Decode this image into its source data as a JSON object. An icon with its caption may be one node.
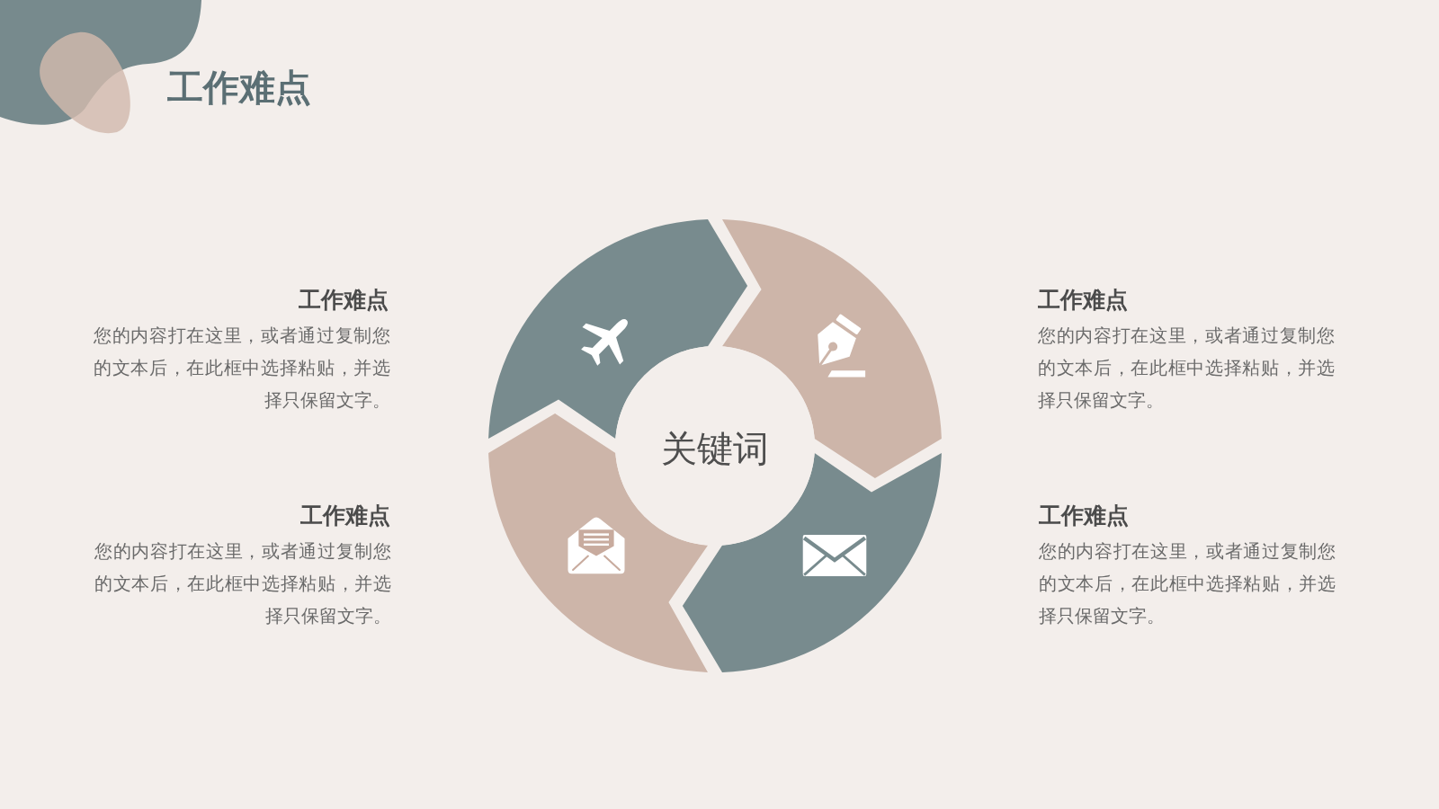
{
  "diagram": {
    "title": "工作难点",
    "nodes": [
      {
        "text": [],
        "shape": "arrow"
      },
      {
        "text": [],
        "shape": "arrow"
      },
      {
        "text": [
          "关键词"
        ]
      },
      {
        "text": [],
        "shape": "arrow"
      },
      {
        "text": [],
        "shape": "arrow"
      }
    ],
    "labels": [
      "工作难点",
      "您的内容打在这里，或者通过复制您的文本后，在此框中选择粘贴，并选择只保留文字。",
      "工作难点",
      "您的内容打在这里，或者通过复制您的文本后，在此框中选择粘贴，并选择只保留文字。",
      "工作难点",
      "您的内容打在这里，或者通过复制您的文本后，在此框中选择粘贴，并选择只保留文字。",
      "工作难点",
      "您的内容打在这里，或者通过复制您的文本后，在此框中选择粘贴，并选择只保留文字。"
    ]
  }
}
